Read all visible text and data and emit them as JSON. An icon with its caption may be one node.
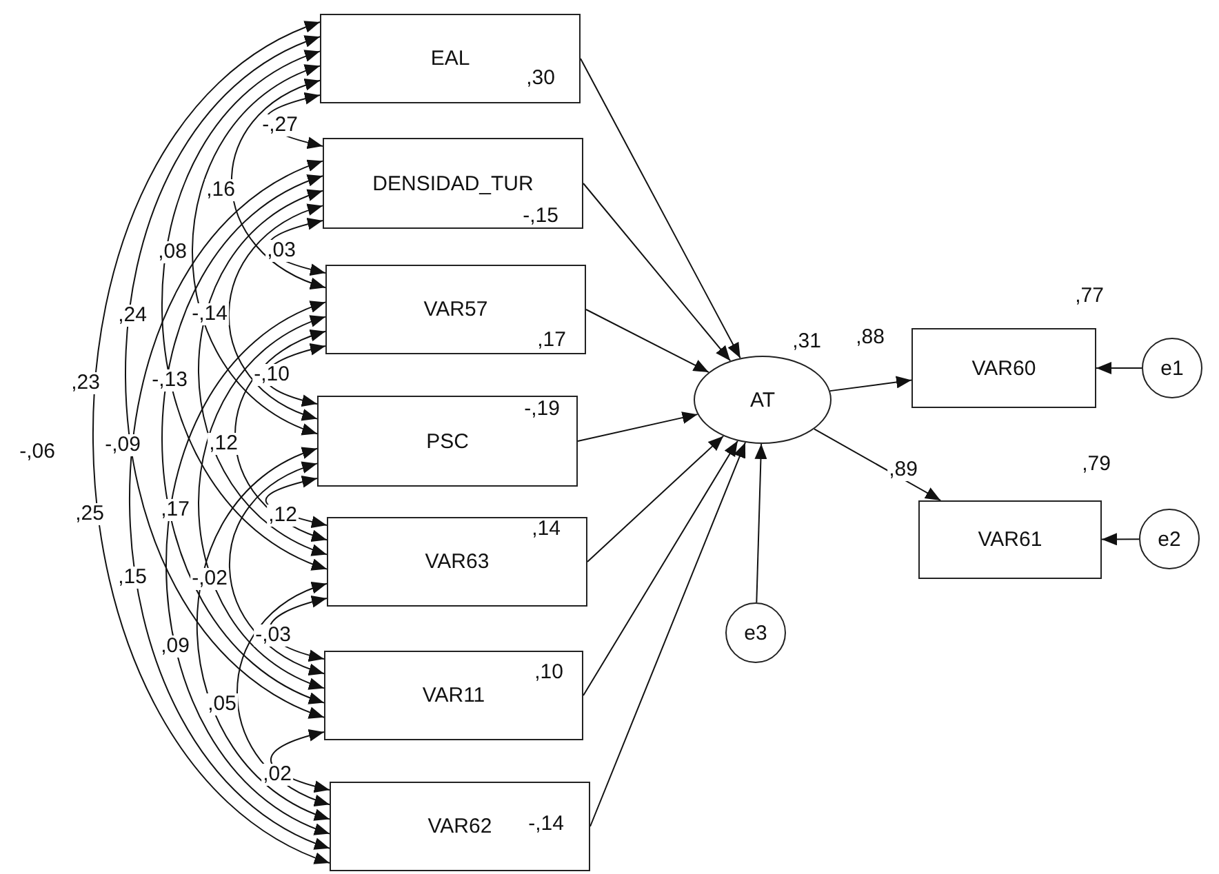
{
  "diagram": {
    "nodes": [
      {
        "text": [
          "EAL"
        ]
      },
      {
        "text": [
          "DENSIDAD_TUR"
        ]
      },
      {
        "text": [
          "VAR57"
        ]
      },
      {
        "text": [
          "PSC"
        ]
      },
      {
        "text": [
          "VAR63"
        ]
      },
      {
        "text": [
          "VAR11"
        ]
      },
      {
        "text": [
          "VAR62"
        ]
      },
      {
        "text": [
          "AT"
        ],
        "beside": [
          ",31"
        ]
      },
      {
        "text": [
          "VAR60"
        ],
        "beside": [
          ",77"
        ]
      },
      {
        "text": [
          "e1"
        ]
      },
      {
        "text": [
          "VAR61"
        ],
        "beside": [
          ",79"
        ]
      },
      {
        "text": [
          "e2"
        ]
      },
      {
        "text": [
          "e3"
        ]
      }
    ],
    "edges": [
      {
        "from": 0,
        "to": 1,
        "arrow": "both",
        "label": "-,27"
      },
      {
        "from": 0,
        "to": 2,
        "arrow": "both",
        "label": ",16"
      },
      {
        "from": 0,
        "to": 3,
        "arrow": "both",
        "label": ",08"
      },
      {
        "from": 0,
        "to": 4,
        "arrow": "both",
        "label": ",24"
      },
      {
        "from": 0,
        "to": 5,
        "arrow": "both",
        "label": ",23"
      },
      {
        "from": 0,
        "to": 6,
        "arrow": "both",
        "label": "-,06"
      },
      {
        "from": 1,
        "to": 2,
        "arrow": "both",
        "label": ",03"
      },
      {
        "from": 1,
        "to": 3,
        "arrow": "both",
        "label": "-,14"
      },
      {
        "from": 1,
        "to": 4,
        "arrow": "both",
        "label": "-,13"
      },
      {
        "from": 1,
        "to": 5,
        "arrow": "both",
        "label": "-,09"
      },
      {
        "from": 1,
        "to": 6,
        "arrow": "both",
        "label": ",25"
      },
      {
        "from": 2,
        "to": 3,
        "arrow": "both",
        "label": "-,10"
      },
      {
        "from": 2,
        "to": 4,
        "arrow": "both",
        "label": ",12"
      },
      {
        "from": 2,
        "to": 5,
        "arrow": "both",
        "label": ",17"
      },
      {
        "from": 2,
        "to": 6,
        "arrow": "both",
        "label": ",15"
      },
      {
        "from": 3,
        "to": 4,
        "arrow": "both",
        "label": ",12"
      },
      {
        "from": 3,
        "to": 5,
        "arrow": "both",
        "label": "-,02"
      },
      {
        "from": 3,
        "to": 6,
        "arrow": "both",
        "label": ",09"
      },
      {
        "from": 4,
        "to": 5,
        "arrow": "both",
        "label": "-,03"
      },
      {
        "from": 4,
        "to": 6,
        "arrow": "both",
        "label": ",05"
      },
      {
        "from": 5,
        "to": 6,
        "arrow": "both",
        "label": ",02"
      },
      {
        "from": 0,
        "to": 7,
        "arrow": "to",
        "label": ",30"
      },
      {
        "from": 1,
        "to": 7,
        "arrow": "to",
        "label": "-,15"
      },
      {
        "from": 2,
        "to": 7,
        "arrow": "to",
        "label": ",17"
      },
      {
        "from": 3,
        "to": 7,
        "arrow": "to",
        "label": "-,19"
      },
      {
        "from": 4,
        "to": 7,
        "arrow": "to",
        "label": ",14"
      },
      {
        "from": 5,
        "to": 7,
        "arrow": "to",
        "label": ",10"
      },
      {
        "from": 6,
        "to": 7,
        "arrow": "to",
        "label": "-,14"
      },
      {
        "from": 7,
        "to": 8,
        "arrow": "to",
        "label": ",88"
      },
      {
        "from": 7,
        "to": 10,
        "arrow": "to",
        "label": ",89"
      },
      {
        "from": 9,
        "to": 8,
        "arrow": "to"
      },
      {
        "from": 11,
        "to": 10,
        "arrow": "to"
      },
      {
        "from": 12,
        "to": 7,
        "arrow": "to"
      }
    ]
  }
}
